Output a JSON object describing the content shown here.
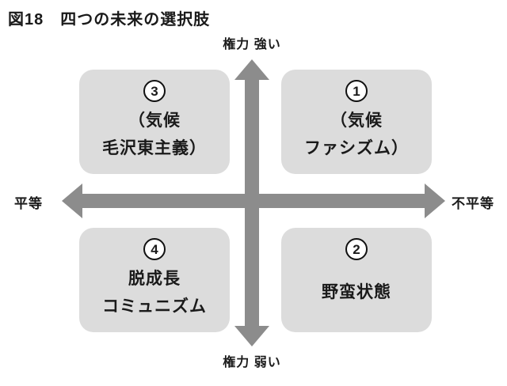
{
  "title": "図18　四つの未来の選択肢",
  "axes": {
    "top": "権力 強い",
    "bottom": "権力 弱い",
    "left": "平等",
    "right": "不平等"
  },
  "quadrants": [
    {
      "number": "1",
      "position": "top-right",
      "line1": "（気候",
      "line2": "ファシズム）"
    },
    {
      "number": "2",
      "position": "bottom-right",
      "line1": "野蛮状態",
      "line2": ""
    },
    {
      "number": "3",
      "position": "top-left",
      "line1": "（気候",
      "line2": "毛沢東主義）"
    },
    {
      "number": "4",
      "position": "bottom-left",
      "line1": "脱成長",
      "line2": "コミュニズム"
    }
  ],
  "colors": {
    "box_fill": "#dcdcdc",
    "arrow": "#8c8c8c",
    "text": "#1a1a1a",
    "background": "#ffffff"
  }
}
